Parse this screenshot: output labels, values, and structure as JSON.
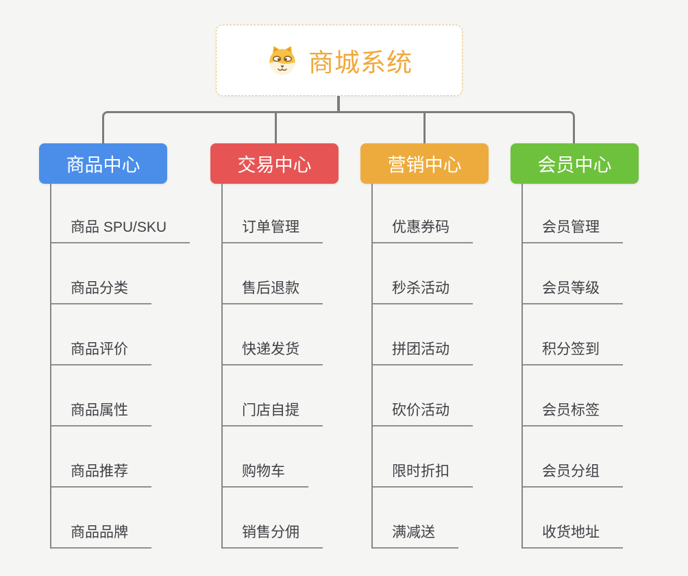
{
  "root": {
    "title": "商城系统",
    "icon": "dog-face-icon",
    "accent_color": "#f0a83a",
    "border_color": "#efc473"
  },
  "connector_color": "#7d7d7d",
  "background_color": "#f5f5f3",
  "branches": [
    {
      "label": "商品中心",
      "color": "#4a8eea",
      "children": [
        "商品 SPU/SKU",
        "商品分类",
        "商品评价",
        "商品属性",
        "商品推荐",
        "商品品牌"
      ]
    },
    {
      "label": "交易中心",
      "color": "#e65553",
      "children": [
        "订单管理",
        "售后退款",
        "快递发货",
        "门店自提",
        "购物车",
        "销售分佣"
      ]
    },
    {
      "label": "营销中心",
      "color": "#eeab3d",
      "children": [
        "优惠券码",
        "秒杀活动",
        "拼团活动",
        "砍价活动",
        "限时折扣",
        "满减送"
      ]
    },
    {
      "label": "会员中心",
      "color": "#6ec13c",
      "children": [
        "会员管理",
        "会员等级",
        "积分签到",
        "会员标签",
        "会员分组",
        "收货地址"
      ]
    }
  ]
}
